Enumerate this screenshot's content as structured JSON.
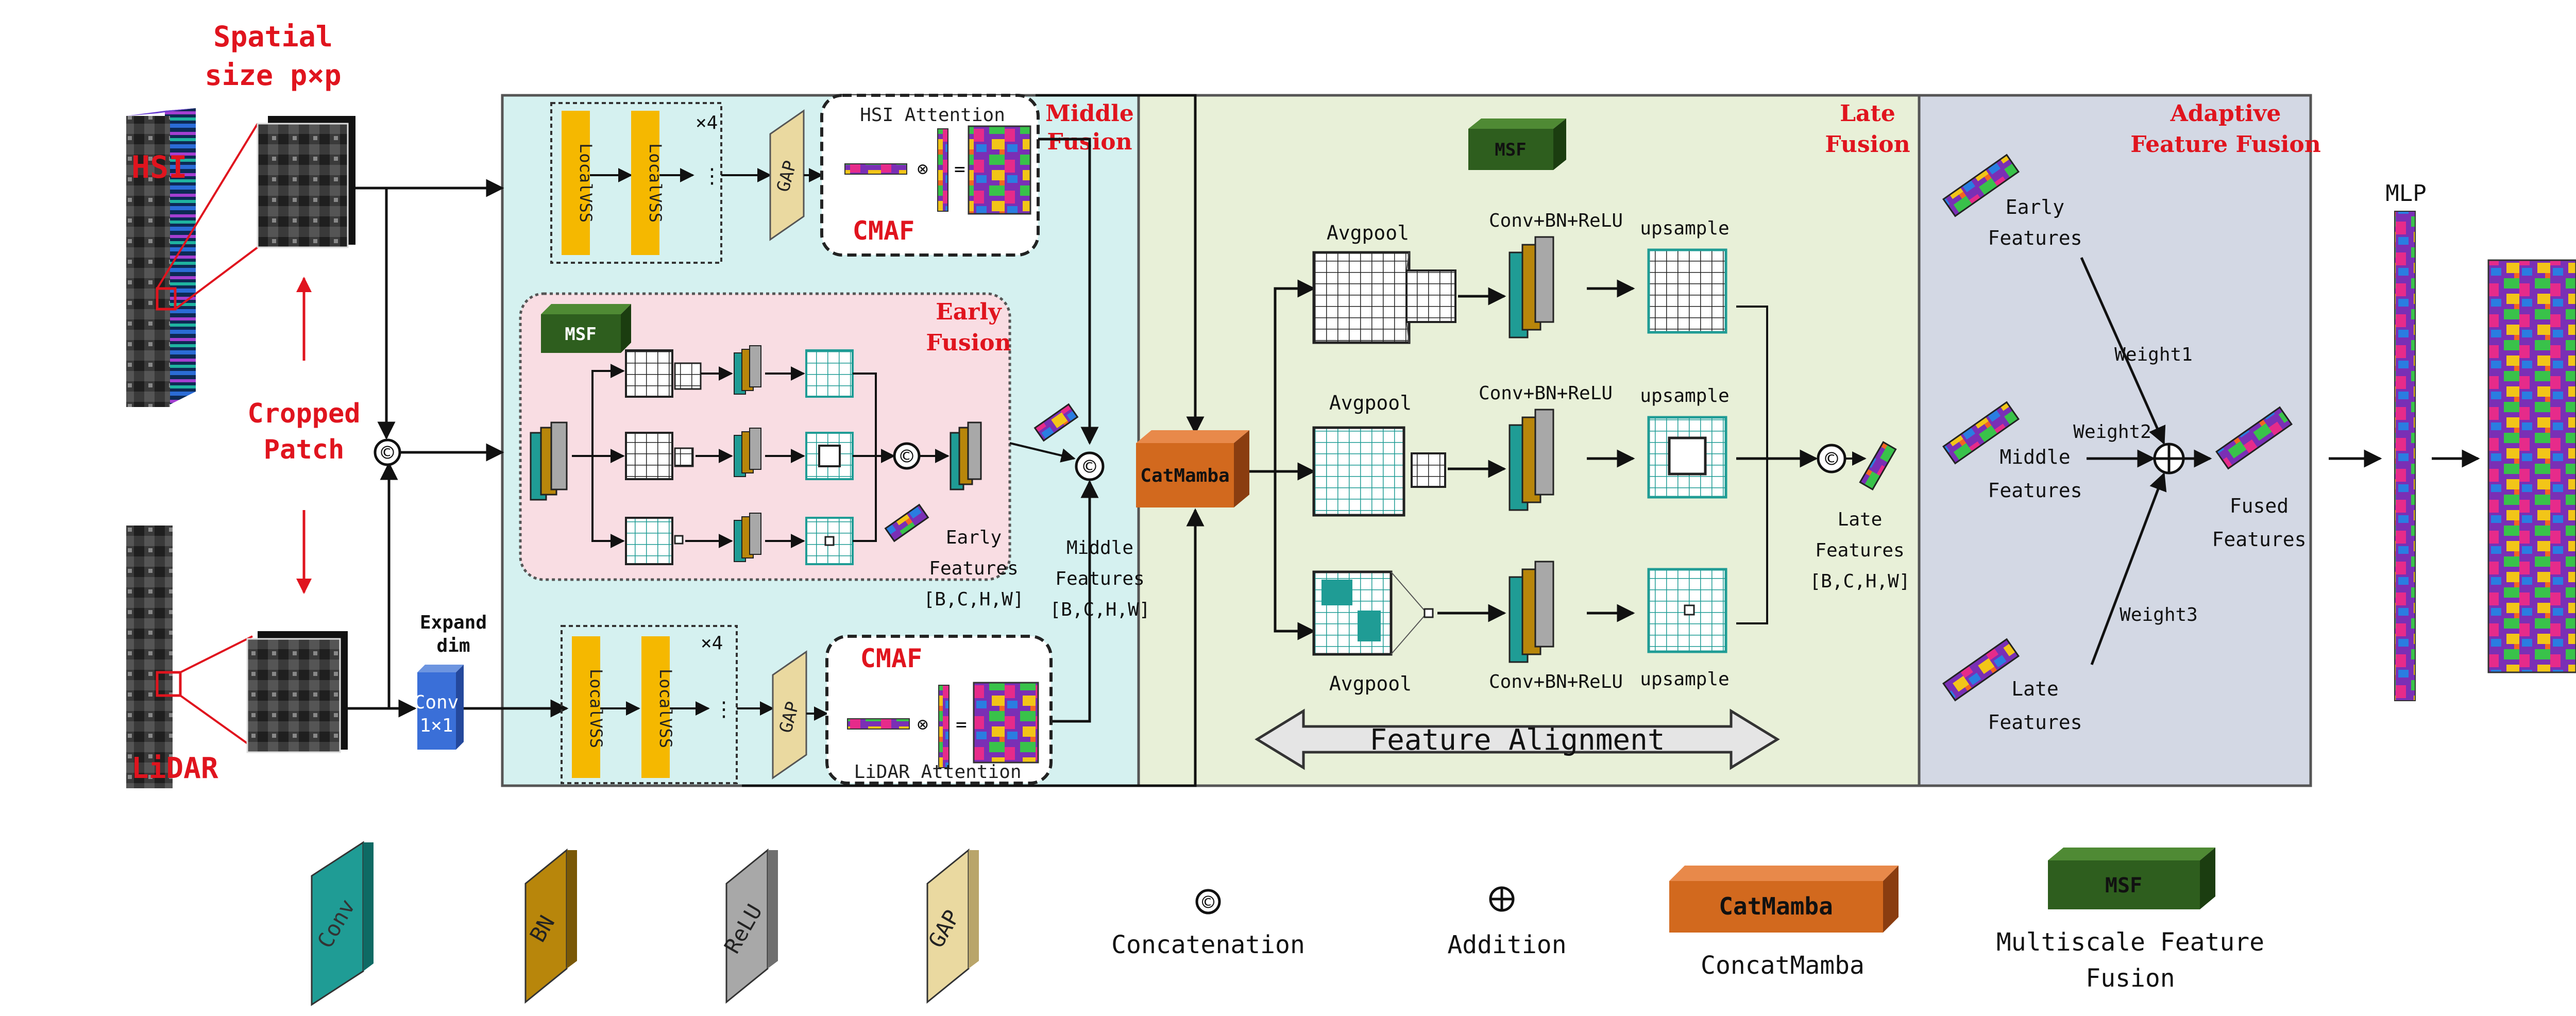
{
  "colors": {
    "red": "#e0141e",
    "conv": "#1f9c95",
    "bn": "#b8860b",
    "relu": "#a8a8a8",
    "gap": "#ead9a0",
    "catmamba": "#d2691e",
    "msf": "#2e5e1e",
    "local_vss": "#f5b800",
    "zone_cyan": "#d5f1f0",
    "zone_pink": "#f9dde3",
    "zone_green": "#e8f0d8",
    "zone_gray": "#d3d8e4"
  },
  "inputs": {
    "spatial_label_1": "Spatial",
    "spatial_label_2": "size p×p",
    "hsi_label": "HSI",
    "lidar_label": "LiDAR",
    "cropped_label_1": "Cropped",
    "cropped_label_2": "Patch",
    "expand_dim_1": "Expand",
    "expand_dim_2": "dim",
    "conv1x1_1": "Conv",
    "conv1x1_2": "1×1"
  },
  "branch_top": {
    "localvss_1": "LocalVSS",
    "localvss_2": "LocalVSS",
    "repeat": "×4",
    "dots": "⋮",
    "gap": "GAP",
    "attention_title": "HSI Attention",
    "cmaf": "CMAF",
    "middle_fusion_1": "Middle",
    "middle_fusion_2": "Fusion"
  },
  "branch_bottom": {
    "localvss_1": "LocalVSS",
    "localvss_2": "LocalVSS",
    "repeat": "×4",
    "dots": "⋮",
    "gap": "GAP",
    "attention_title": "LiDAR Attention",
    "cmaf": "CMAF"
  },
  "early": {
    "msf": "MSF",
    "title_1": "Early",
    "title_2": "Fusion",
    "features_1": "Early",
    "features_2": "Features",
    "shape": "[B,C,H,W]"
  },
  "middle_features": {
    "line_1": "Middle",
    "line_2": "Features",
    "shape": "[B,C,H,W]"
  },
  "catmamba_label": "CatMamba",
  "late": {
    "msf": "MSF",
    "title_1": "Late",
    "title_2": "Fusion",
    "avgpool": "Avgpool",
    "conv_bn_relu": "Conv+BN+ReLU",
    "upsample": "upsample",
    "features_1": "Late",
    "features_2": "Features",
    "shape": "[B,C,H,W]",
    "alignment": "Feature Alignment"
  },
  "adaptive": {
    "title_1": "Adaptive",
    "title_2": "Feature Fusion",
    "early_1": "Early",
    "early_2": "Features",
    "middle_1": "Middle",
    "middle_2": "Features",
    "late_1": "Late",
    "late_2": "Features",
    "weight1": "Weight1",
    "weight2": "Weight2",
    "weight3": "Weight3",
    "fused_1": "Fused",
    "fused_2": "Features"
  },
  "mlp_label": "MLP",
  "legend": {
    "conv": "Conv",
    "bn": "BN",
    "relu": "ReLU",
    "gap": "GAP",
    "concat_symbol": "©",
    "concat": "Concatenation",
    "add_symbol": "⊕",
    "addition": "Addition",
    "catmamba_box": "CatMamba",
    "catmamba": "ConcatMamba",
    "msf_box": "MSF",
    "msf_1": "Multiscale Feature",
    "msf_2": "Fusion"
  }
}
